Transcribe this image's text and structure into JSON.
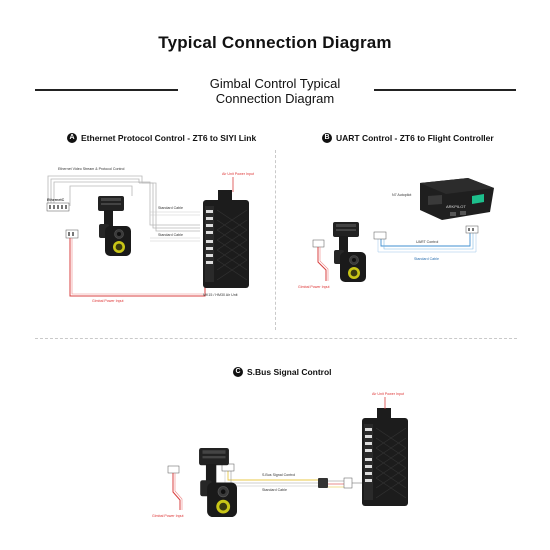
{
  "header": {
    "title": "Typical Connection Diagram",
    "subtitle_line1": "Gimbal Control Typical",
    "subtitle_line2": "Connection Diagram"
  },
  "sections": {
    "a": {
      "badge": "A",
      "heading": "Ethernet Protocol Control - ZT6 to SIYI Link",
      "labels": {
        "ethernet_stream": "Ethernet Video Stream & Protocol Control",
        "air_unit_power": "Air Unit Power Input",
        "standard_cable_1": "Standard Cable",
        "standard_cable_2": "Standard Cable",
        "gimbal_power": "Gimbal Power Input",
        "air_unit_name": "MK15 / HM30 Air Unit"
      }
    },
    "b": {
      "badge": "B",
      "heading": "UART Control - ZT6 to Flight Controller",
      "labels": {
        "autopilot": "N7 Autopilot",
        "uart_control": "UART Control",
        "standard_cable": "Standard Cable",
        "gimbal_power": "Gimbal Power Input"
      }
    },
    "c": {
      "badge": "C",
      "heading": "S.Bus Signal Control",
      "labels": {
        "air_unit_power": "Air Unit Power Input",
        "sbus_control": "S.Bus Signal Control",
        "standard_cable": "Standard Cable",
        "gimbal_power": "Gimbal Power Input"
      }
    }
  },
  "colors": {
    "power_red": "#d94040",
    "uart_blue": "#3f8fd0",
    "sbus_yellow": "#e8c94a",
    "device_dark": "#1c1c1c",
    "lens_yellow": "#d7d21a"
  }
}
